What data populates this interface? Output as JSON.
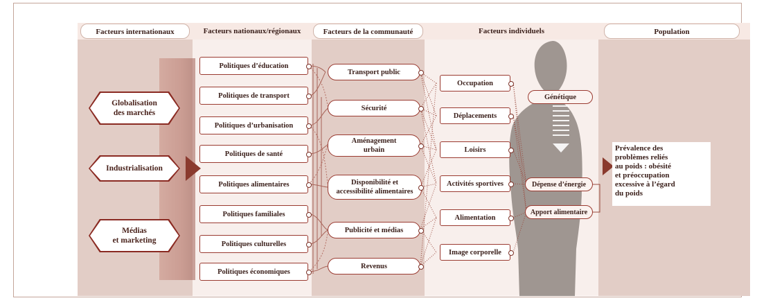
{
  "headers": {
    "international": "Facteurs internationaux",
    "national": "Facteurs nationaux/régionaux",
    "community": "Facteurs de la communauté",
    "individual": "Facteurs individuels",
    "population": "Population"
  },
  "international_factors": [
    {
      "line1": "Globalisation",
      "line2": "des marchés"
    },
    {
      "line1": "Industrialisation",
      "line2": ""
    },
    {
      "line1": "Médias",
      "line2": "et marketing"
    }
  ],
  "policies": [
    "Politiques d’éducation",
    "Politiques de transport",
    "Politiques d’urbanisation",
    "Politiques de santé",
    "Politiques alimentaires",
    "Politiques familiales",
    "Politiques culturelles",
    "Politiques économiques"
  ],
  "community": [
    {
      "line1": "Transport public",
      "line2": ""
    },
    {
      "line1": "Sécurité",
      "line2": ""
    },
    {
      "line1": "Aménagement",
      "line2": "urbain"
    },
    {
      "line1": "Disponibilité et",
      "line2": "accessibilité alimentaires"
    },
    {
      "line1": "Publicité et médias",
      "line2": ""
    },
    {
      "line1": "Revenus",
      "line2": ""
    }
  ],
  "individual": [
    "Occupation",
    "Déplacements",
    "Loisirs",
    "Activités sportives",
    "Alimentation",
    "Image corporelle"
  ],
  "genetics": "Génétique",
  "energy": {
    "expenditure": "Dépense d’énergie",
    "intake": "Apport alimentaire"
  },
  "prevalence": {
    "line1": "Prévalence des",
    "line2": "problèmes reliés",
    "line3": "au poids : obésité",
    "line4": "et préoccupation",
    "line5": "excessive à l’égard",
    "line6": "du poids"
  },
  "colors": {
    "accent": "#8a2a22",
    "column_dark": "#e2cdc6",
    "column_light": "#f8efec",
    "line": "#9a4a3e"
  }
}
